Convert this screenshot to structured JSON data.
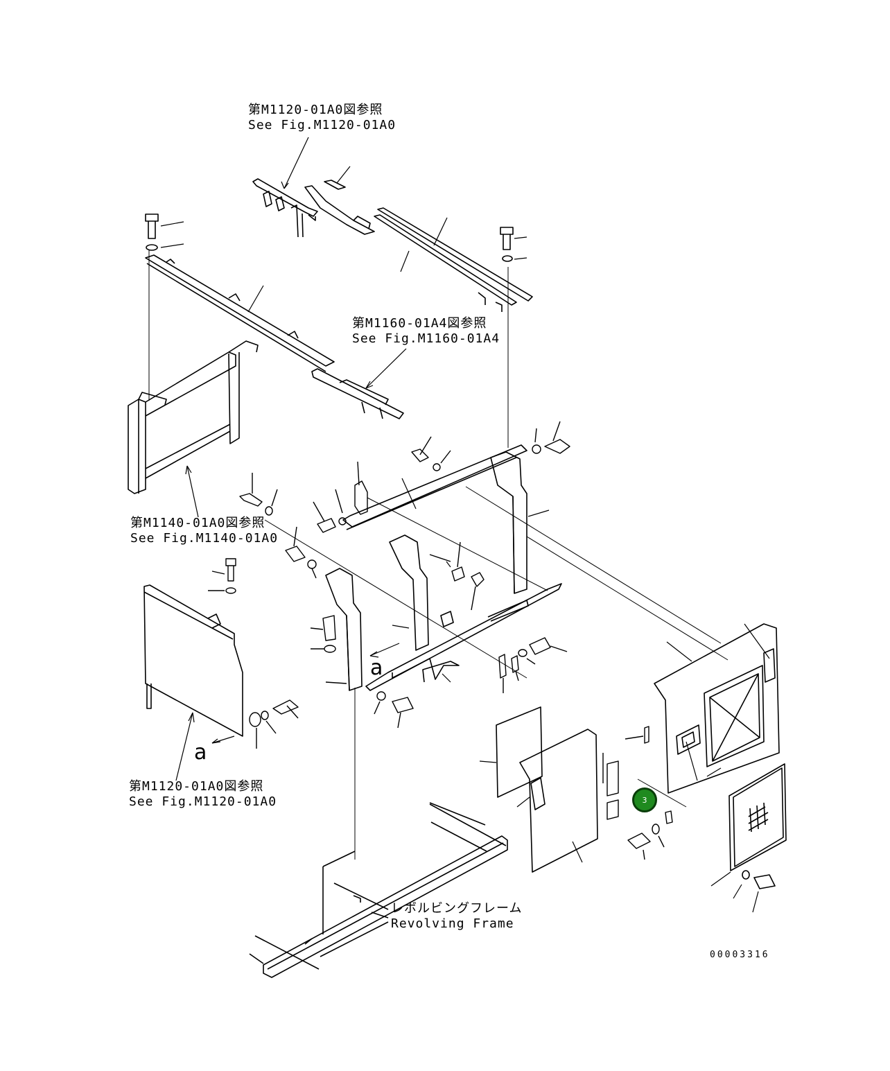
{
  "labels": {
    "ref_top": {
      "jp": "第M1120-01A0図参照",
      "en": "See Fig.M1120-01A0"
    },
    "ref_mid": {
      "jp": "第M1160-01A4図参照",
      "en": "See Fig.M1160-01A4"
    },
    "ref_left": {
      "jp": "第M1140-01A0図参照",
      "en": "See Fig.M1140-01A0"
    },
    "ref_bottom": {
      "jp": "第M1120-01A0図参照",
      "en": "See Fig.M1120-01A0"
    },
    "frame": {
      "jp": "レボルビングフレーム",
      "en": "Revolving Frame"
    }
  },
  "view_markers": {
    "a1": "a",
    "a2": "a"
  },
  "callout": {
    "number": "3",
    "color": "#1f8a1f"
  },
  "document_number": "00003316"
}
